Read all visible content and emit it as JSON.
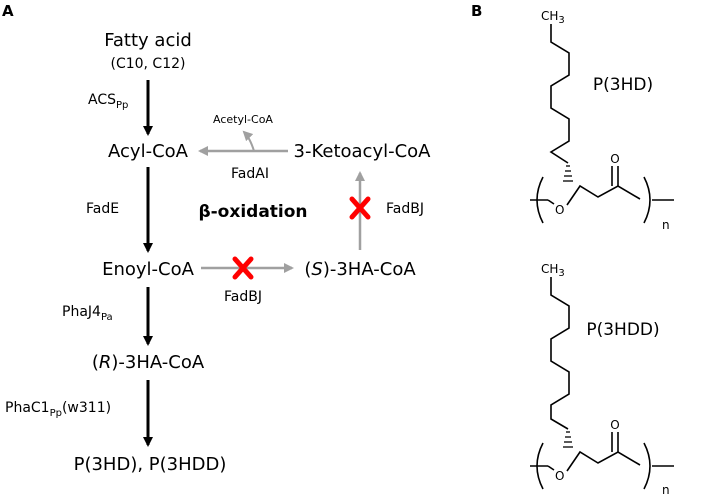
{
  "panel_a": {
    "label": "A",
    "fatty_acid": "Fatty acid",
    "fatty_acid_sub": "(C10, C12)",
    "acs": "ACS",
    "acs_sub": "Pp",
    "acyl_coa": "Acyl-CoA",
    "fade": "FadE",
    "enoyl_coa": "Enoyl-CoA",
    "phaj4": "PhaJ4",
    "phaj4_sub": "Pa",
    "r_prefix_open": "(",
    "r_letter": "R",
    "r_suffix": ")-3HA-CoA",
    "phac1": "PhaC1",
    "phac1_sub": "Pp",
    "phac1_tail": "(w311)",
    "products": "P(3HD), P(3HDD)",
    "beta_oxidation": "β-oxidation",
    "s_prefix_open": "(",
    "s_letter": "S",
    "s_suffix": ")-3HA-CoA",
    "ketoacyl": "3-Ketoacyl-CoA",
    "acetyl_coa": "Acetyl-CoA",
    "fadai": "FadAI",
    "fadbj_top": "FadBJ",
    "fadbj_bottom": "FadBJ"
  },
  "panel_b": {
    "label": "B",
    "p3hd": "P(3HD)",
    "p3hdd": "P(3HDD)",
    "ch": "CH",
    "ch_sub": "3",
    "oxygen": "O",
    "carbonyl_o": "O",
    "n": "n"
  },
  "colors": {
    "main_arrow": "#000000",
    "cycle_arrow": "#a0a0a0",
    "block_cross": "#ff0000"
  }
}
